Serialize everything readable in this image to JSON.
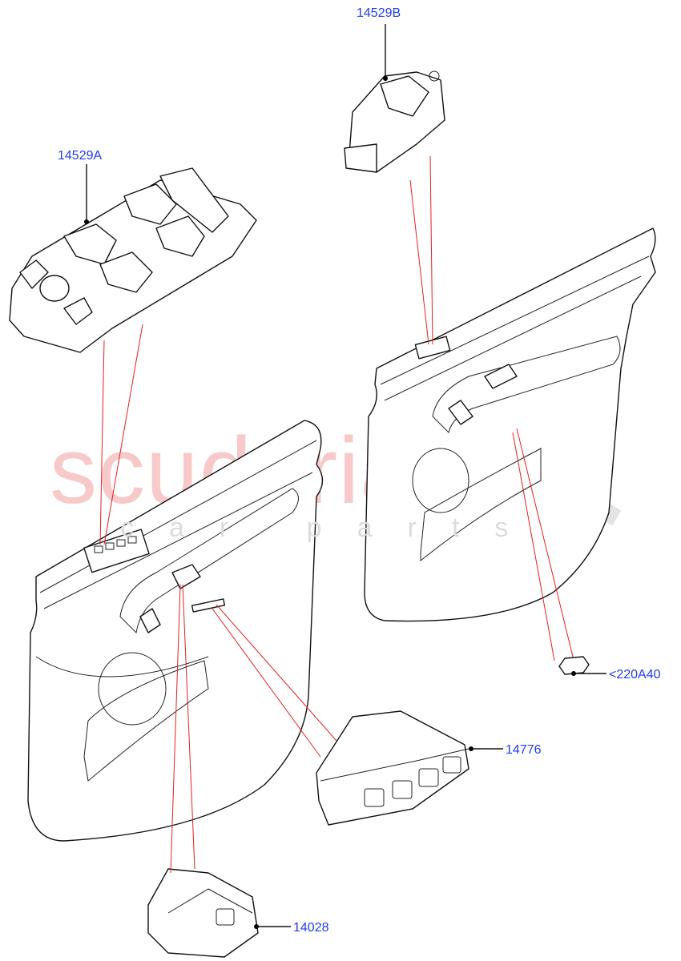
{
  "watermark": {
    "brand": "scuderia",
    "tagline": "car parts"
  },
  "callouts": [
    {
      "id": "14529A",
      "label": "14529A"
    },
    {
      "id": "14529B",
      "label": "14529B"
    },
    {
      "id": "220A40",
      "label": "<220A40"
    },
    {
      "id": "14776",
      "label": "14776"
    },
    {
      "id": "14028",
      "label": "14028"
    }
  ],
  "colors": {
    "label": "#1f3cf0",
    "leader_red": "#e52020",
    "watermark": "#f7c9c9"
  }
}
